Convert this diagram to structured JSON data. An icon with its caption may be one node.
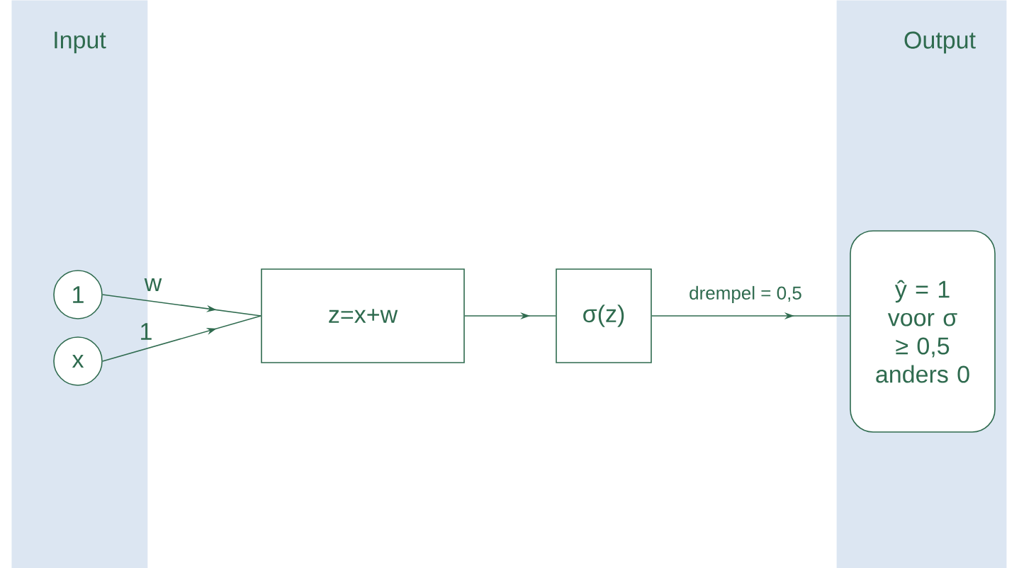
{
  "diagram": {
    "nodes": [
      {
        "text": [
          "Input"
        ]
      },
      {
        "text": [
          "1"
        ],
        "in": 0
      },
      {
        "text": [
          "x"
        ],
        "in": 0
      },
      {
        "text": [
          "z=x+w"
        ]
      },
      {
        "text": [
          "σ(z)"
        ]
      },
      {
        "text": [
          "Output"
        ]
      },
      {
        "text": [
          "ŷ = 1 voor σ ≥ 0,5 anders 0"
        ],
        "in": 5
      }
    ],
    "edges": [
      {
        "from": 1,
        "to": 3,
        "arrow": "to",
        "label": "w"
      },
      {
        "from": 2,
        "to": 3,
        "arrow": "to",
        "label": "1"
      },
      {
        "from": 3,
        "to": 4,
        "arrow": "to"
      },
      {
        "from": 4,
        "to": 6,
        "arrow": "to",
        "label": "drempel = 0,5"
      }
    ]
  }
}
